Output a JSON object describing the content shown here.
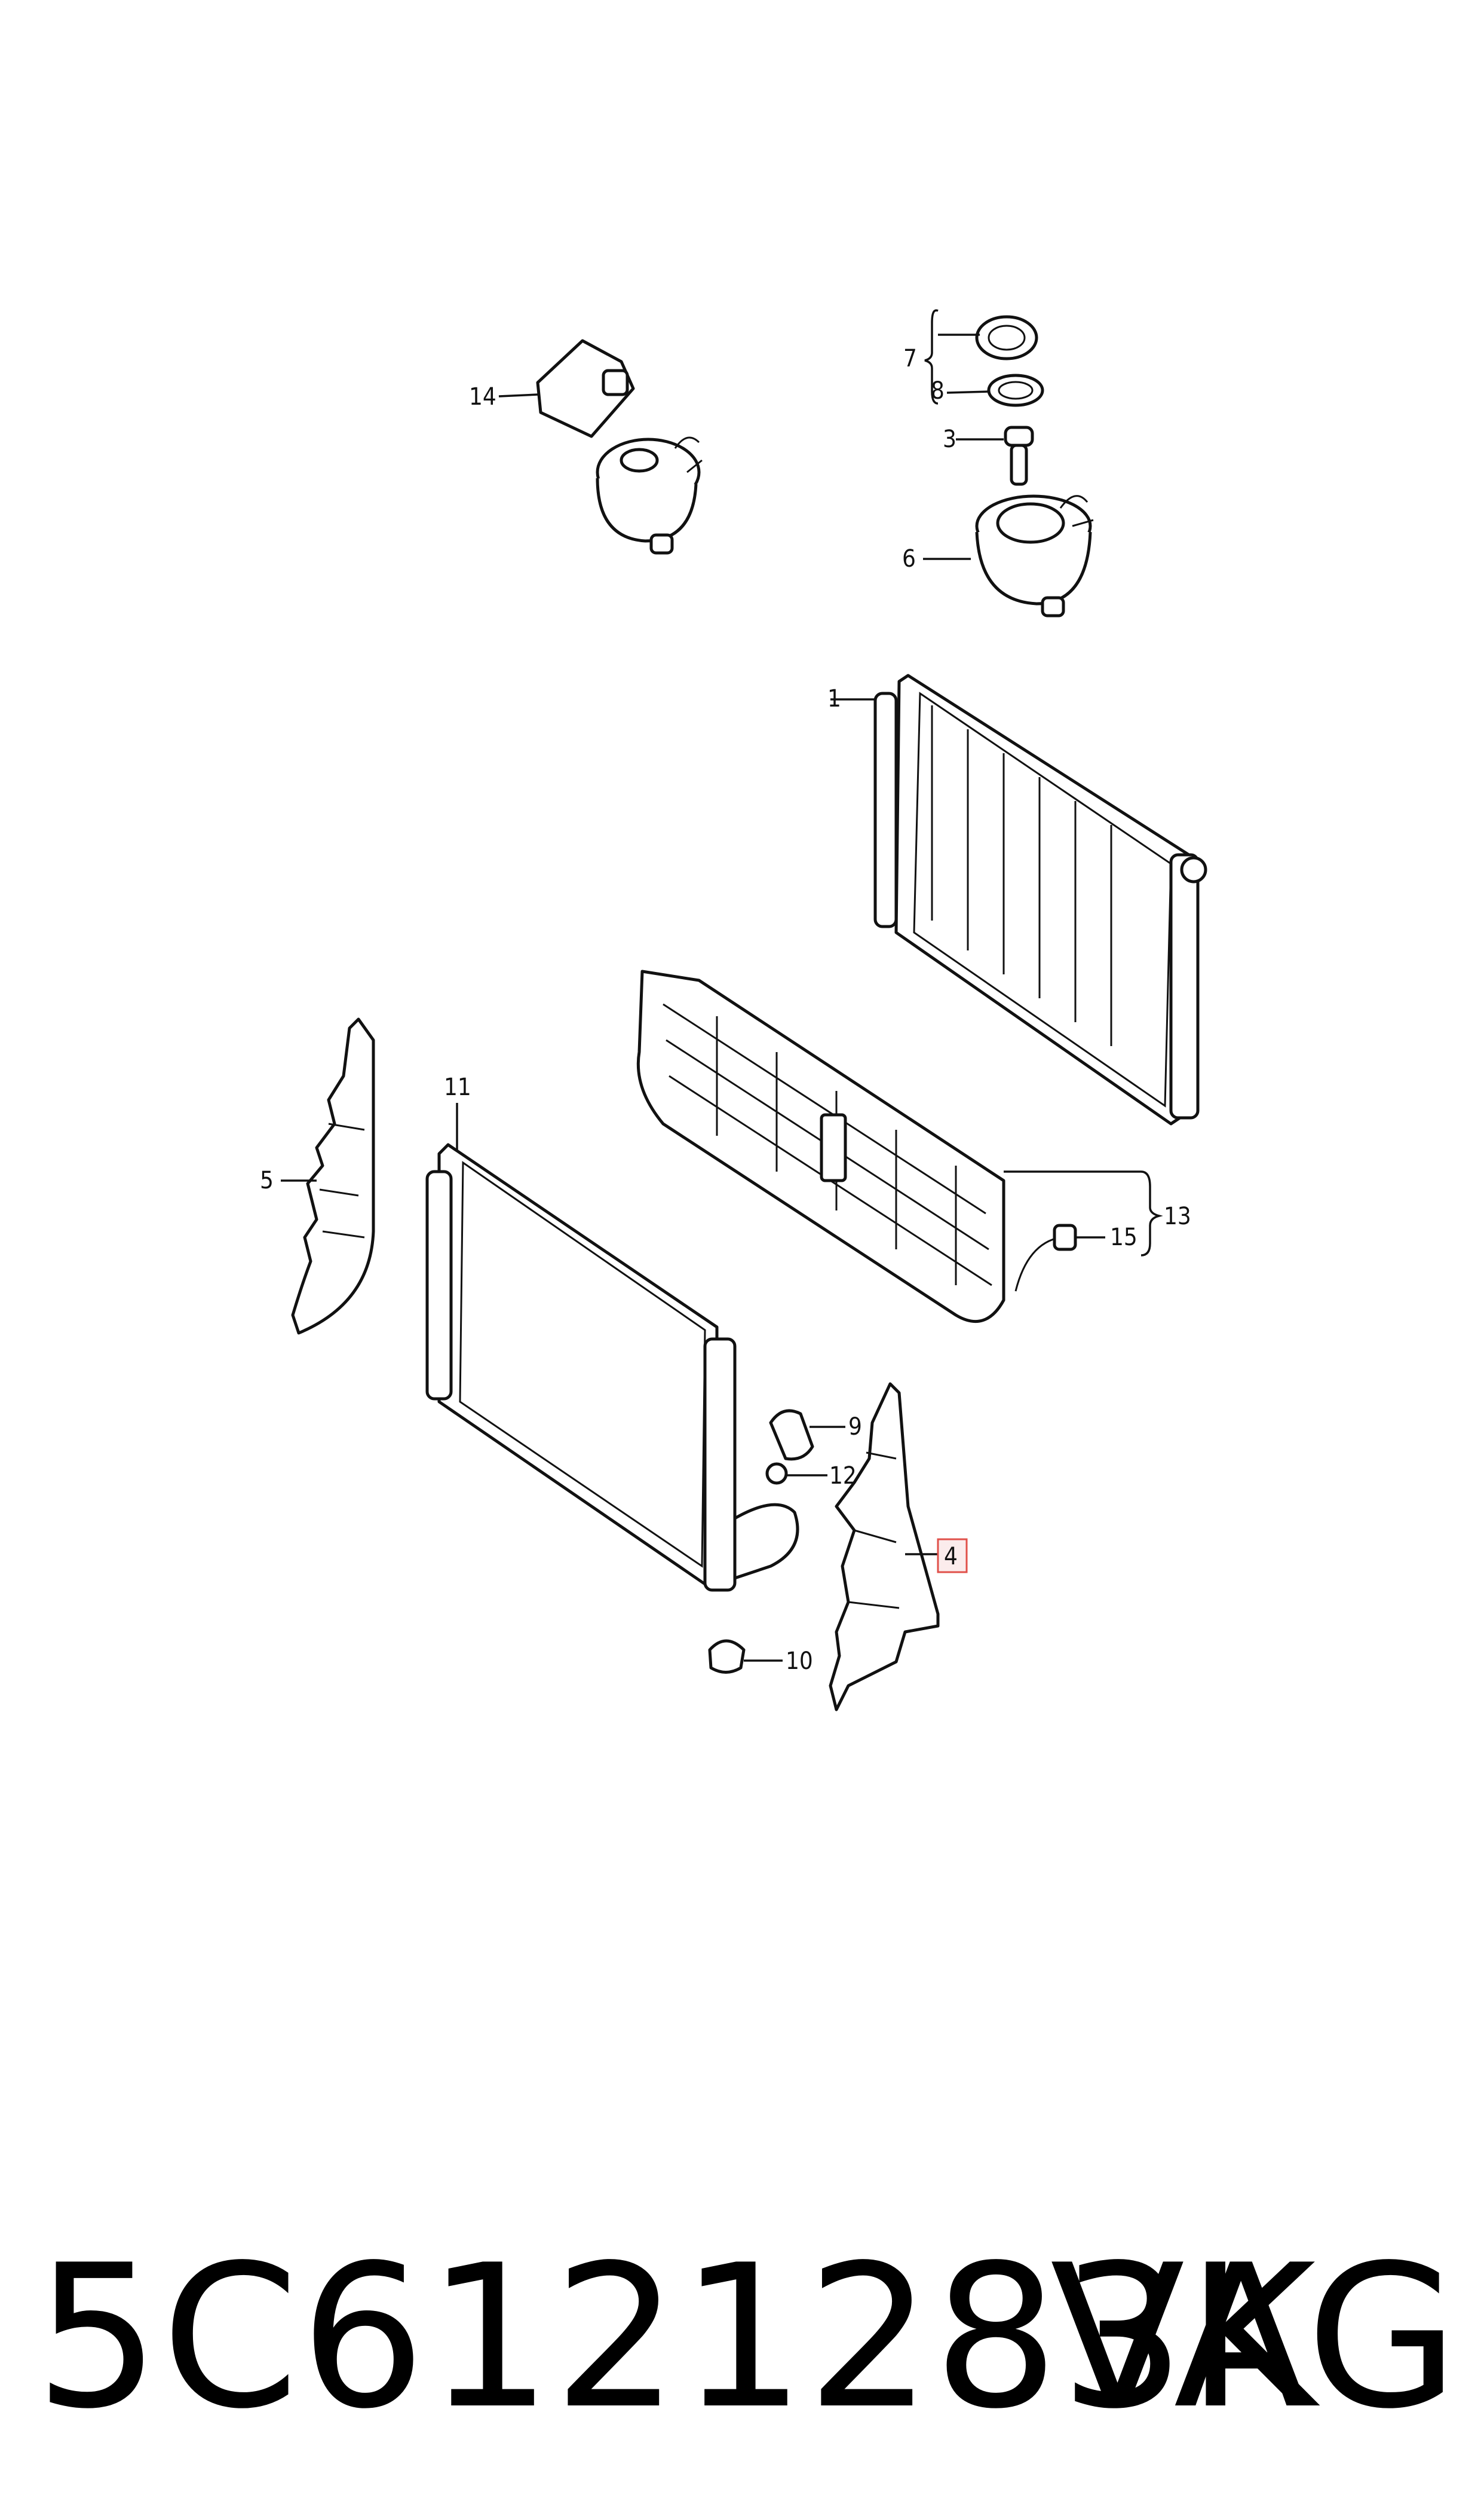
{
  "callouts": {
    "c1": "1",
    "c3": "3",
    "c4": "4",
    "c5": "5",
    "c6": "6",
    "c7": "7",
    "c8": "8",
    "c9": "9",
    "c10": "10",
    "c11": "11",
    "c12": "12",
    "c13": "13",
    "c14": "14",
    "c15": "15"
  },
  "highlight_color": "#e0504a",
  "footer": {
    "part_number": "5C6121283K",
    "brand": "VAG"
  }
}
